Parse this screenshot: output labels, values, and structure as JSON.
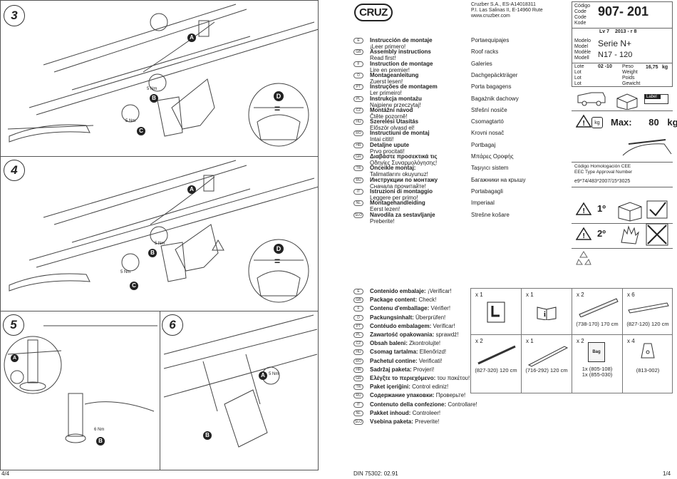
{
  "header": {
    "company_lines": [
      "Cruzber S.A., ES-A14018311",
      "P.I. Las Salinas II, E-14960 Rute",
      "www.cruzber.com"
    ],
    "code_labels": [
      "Código",
      "Code",
      "Code",
      "Kode"
    ],
    "code_value": "907- 201",
    "lv": "Lv 7",
    "revision": "2013 - r 8",
    "model_labels": [
      "Modelo",
      "Model",
      "Modèle",
      "Modell"
    ],
    "model_value_1": "Serie N+",
    "model_value_2": "N17 - 120",
    "lot_labels": [
      "Lote",
      "Lot",
      "Lot",
      "Lot"
    ],
    "lot_value": "02 -10",
    "weight_labels": [
      "Peso",
      "Weight",
      "Poids",
      "Gewicht"
    ],
    "weight_value": "16,75",
    "weight_unit": "kg"
  },
  "logo": "CRUZ",
  "instructions": [
    {
      "code": "E",
      "title": "Instrucción de montaje",
      "sub": "¡Leer primero!",
      "product": "Portaequipajes"
    },
    {
      "code": "GB",
      "title": "Assembly instructions",
      "sub": "Read first!",
      "product": "Roof racks"
    },
    {
      "code": "F",
      "title": "Instruction de montage",
      "sub": "Lire en premier!",
      "product": "Galeries"
    },
    {
      "code": "D",
      "title": "Montageanleitung",
      "sub": "Zuerst lesen!",
      "product": "Dachgepäckträger"
    },
    {
      "code": "PT",
      "title": "Instruções de montagem",
      "sub": "Ler primeiro!",
      "product": "Porta bagagens"
    },
    {
      "code": "PL",
      "title": "Instrukcja montażu",
      "sub": "Najpierw przeczytaj!",
      "product": "Bagażnik dachowy"
    },
    {
      "code": "CZ",
      "title": "Montážní návod",
      "sub": "Čtěte pozorně!",
      "product": "Střešní nosiče"
    },
    {
      "code": "HU",
      "title": "Szerelési Utasítás",
      "sub": "Először olvasd el!",
      "product": "Csomagtartó"
    },
    {
      "code": "RO",
      "title": "Instructiuni de montaj",
      "sub": "Intai cititi!",
      "product": "Krovni nosač"
    },
    {
      "code": "HR",
      "title": "Detaljne upute",
      "sub": "Prvo procitati!",
      "product": "Portbagaj"
    },
    {
      "code": "GR",
      "title": "Διαβάστε προσεκτικά τις",
      "sub": "Οδηγίες Συναρμολόγησης!",
      "product": "Μπάρες Οροφής"
    },
    {
      "code": "TR",
      "title": "Önceikle montaj:",
      "sub": "Talimatlarını okuyunuz!",
      "product": "Taşıyıcı sistem"
    },
    {
      "code": "RU",
      "title": "Инструкции по монтажу",
      "sub": "Сначала прочитайте!",
      "product": "Багажники на крышу"
    },
    {
      "code": "IT",
      "title": "Istruzioni di montaggio",
      "sub": "Leggere per primo!",
      "product": "Portabagagli"
    },
    {
      "code": "NL",
      "title": "Montagehandleiding",
      "sub": "Eerst lezen!",
      "product": "Imperiaal"
    },
    {
      "code": "SLO",
      "title": "Navodila za sestavljanje",
      "sub": "Preberite!",
      "product": "Strešne košare"
    }
  ],
  "contents": [
    {
      "code": "E",
      "label": "Contenido embalaje:",
      "value": " ¡Verificar!"
    },
    {
      "code": "GB",
      "label": "Package content:",
      "value": " Check!"
    },
    {
      "code": "F",
      "label": "Contenu d'emballage:",
      "value": " Vérifier!"
    },
    {
      "code": "D",
      "label": "Packungsinhalt:",
      "value": " Überprüfen!"
    },
    {
      "code": "PT",
      "label": "Contéudo embalagem:",
      "value": " Verificar!"
    },
    {
      "code": "PL",
      "label": "Zawartość opakowania:",
      "value": " sprawdź!"
    },
    {
      "code": "CZ",
      "label": "Obsah baleni:",
      "value": " Zkontrolujte!"
    },
    {
      "code": "HU",
      "label": "Csomag tartalma:",
      "value": " Ellenőrizd!"
    },
    {
      "code": "RO",
      "label": "Pachetul contine:",
      "value": " Verificati!"
    },
    {
      "code": "HR",
      "label": "Sadržaj paketa:",
      "value": " Provjeri!"
    },
    {
      "code": "GR",
      "label": "Ελέγξτε το περιεχόμενο:",
      "value": " του πακέτου!"
    },
    {
      "code": "TR",
      "label": "Paket içeriğini:",
      "value": " Control ediniz!"
    },
    {
      "code": "RU",
      "label": "Содержание упаковки:",
      "value": " Проверьте!"
    },
    {
      "code": "IT",
      "label": "Contenuto della confezione:",
      "value": " Controllare!"
    },
    {
      "code": "NL",
      "label": "Pakket inhoud:",
      "value": " Controleer!"
    },
    {
      "code": "SLO",
      "label": "Vsebina paketa:",
      "value": " Preverite!"
    }
  ],
  "parts": [
    {
      "qty": "x 1",
      "caption": ""
    },
    {
      "qty": "x 1",
      "caption": ""
    },
    {
      "qty": "x 2",
      "caption": "(738-170) 170 cm"
    },
    {
      "qty": "x 6",
      "caption": "(827-120) 120 cm"
    },
    {
      "qty": "x 2",
      "caption": "(827-320) 120 cm"
    },
    {
      "qty": "x 1",
      "caption": "(716-292) 120 cm"
    },
    {
      "qty": "x 2",
      "caption": "1x (805-108)\n1x (855-030)",
      "bag": "Bag"
    },
    {
      "qty": "x 4",
      "caption": "(813-002)"
    }
  ],
  "side": {
    "max_label": "Max:",
    "max_value": "80",
    "max_unit": "kg",
    "kg_icon": "kg",
    "label_tag": "Label",
    "homologation_1": "Código Homologación CEE",
    "homologation_2": "EEC Type Approval Number",
    "approval_number": "e9*74/483*2007/15*3025",
    "first": "1º",
    "second": "2º"
  },
  "steps": {
    "s3": "3",
    "s4": "4",
    "s5": "5",
    "s6": "6",
    "A": "A",
    "B": "B",
    "C": "C",
    "D": "D",
    "nm5": "5 Nm",
    "nm6": "6 Nm",
    "eq": "="
  },
  "footer": {
    "page_left": "4/4",
    "din": "DIN 75302: 02.91",
    "page_right": "1/4"
  }
}
